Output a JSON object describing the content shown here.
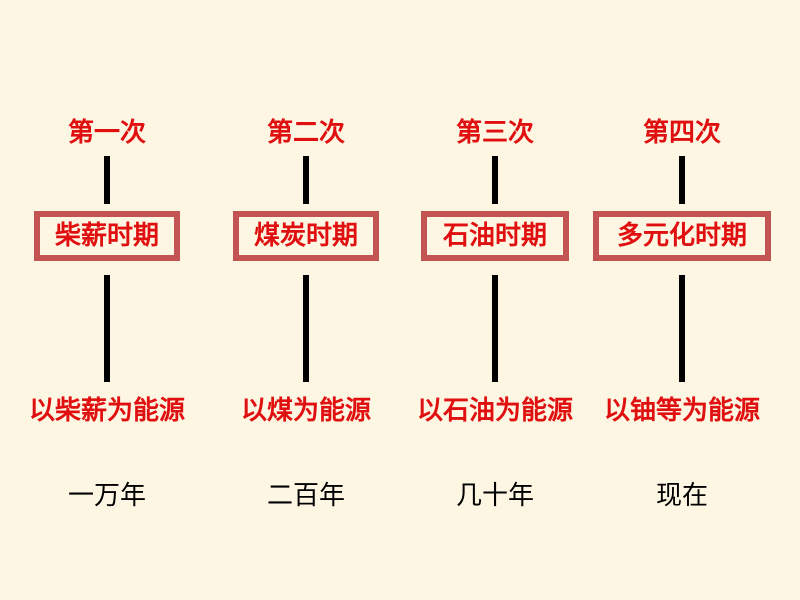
{
  "colors": {
    "background": "#fdf6e3",
    "accent_text": "#e01010",
    "box_border": "#c45454",
    "line": "#000000",
    "time_text": "#000000"
  },
  "stages": [
    {
      "title": "第一次",
      "period": "柴薪时期",
      "source": "以柴薪为能源",
      "time": "一万年"
    },
    {
      "title": "第二次",
      "period": "煤炭时期",
      "source": "以煤为能源",
      "time": "二百年"
    },
    {
      "title": "第三次",
      "period": "石油时期",
      "source": "以石油为能源",
      "time": "几十年"
    },
    {
      "title": "第四次",
      "period": "多元化时期",
      "source": "以铀等为能源",
      "time": "现在"
    }
  ]
}
